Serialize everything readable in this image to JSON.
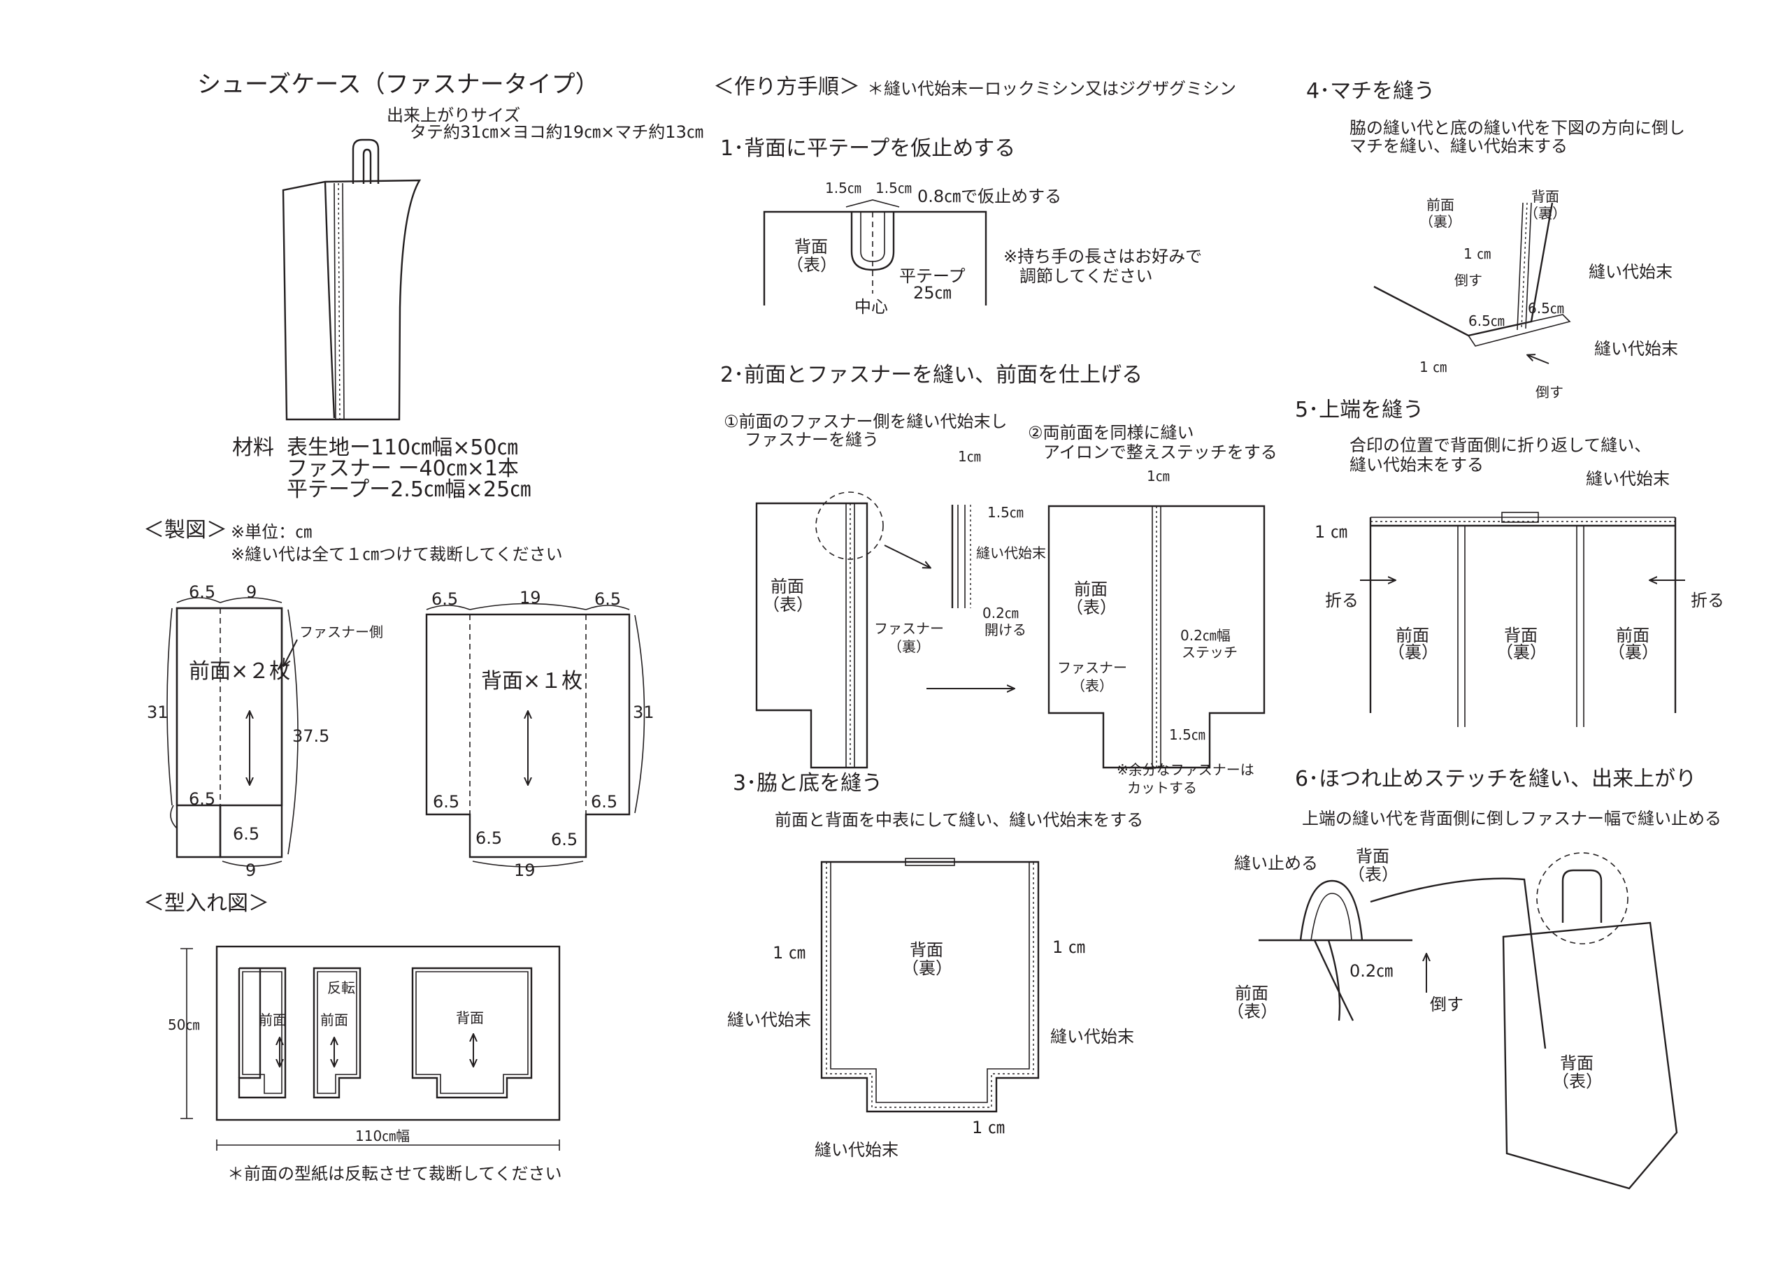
{
  "product": {
    "title": "シューズケース（ファスナータイプ）",
    "size_label": "出来上がりサイズ",
    "size_value": "タテ約31㎝×ヨコ約19㎝×マチ約13㎝"
  },
  "materials": {
    "label": "材料",
    "items": [
      "表生地ー110㎝幅×50㎝",
      "ファスナー ー40㎝×1本",
      "平テープー2.5㎝幅×25㎝"
    ]
  },
  "pattern": {
    "heading": "＜製図＞",
    "unit_note": "※単位：㎝",
    "seam_note": "※縫い代は全て１㎝つけて裁断してください",
    "front": {
      "label": "前面×２枚",
      "zipper_side": "ファスナー側",
      "top_left": "6.5",
      "top_right": "9",
      "height": "31",
      "diag": "37.5",
      "notch_h": "6.5",
      "notch_w": "6.5",
      "bottom": "9"
    },
    "back": {
      "label": "背面×１枚",
      "top_left": "6.5",
      "top_mid": "19",
      "top_right": "6.5",
      "height": "31",
      "notch_h_l": "6.5",
      "notch_w_l": "6.5",
      "notch_h_r": "6.5",
      "notch_w_r": "6.5",
      "bottom": "19"
    }
  },
  "layout": {
    "heading": "＜型入れ図＞",
    "height_label": "50㎝",
    "width_label": "110㎝幅",
    "piece_front_a": "前面",
    "piece_front_b": "前面",
    "flip": "反転",
    "piece_back": "背面",
    "note": "＊前面の型紙は反転させて裁断してください"
  },
  "steps_header": {
    "title": "＜作り方手順＞",
    "note": "＊縫い代始末ーロックミシン又はジグザグミシン"
  },
  "step1": {
    "title": "1･背面に平テープを仮止めする",
    "d1": "1.5㎝",
    "d2": "1.5㎝",
    "tack": "0.8㎝で仮止めする",
    "panel": "背面",
    "panel_side": "（表）",
    "tape": "平テープ",
    "tape_len": "25㎝",
    "center": "中心",
    "note1": "※持ち手の長さはお好みで",
    "note2": "調節してください"
  },
  "step2": {
    "title": "2･前面とファスナーを縫い、前面を仕上げる",
    "sub1a": "①前面のファスナー側を縫い代始末し",
    "sub1b": "ファスナーを縫う",
    "sub2a": "②両前面を同様に縫い",
    "sub2b": "アイロンで整えステッチをする",
    "panel": "前面",
    "panel_side": "（表）",
    "d_1cm": "1㎝",
    "d_15": "1.5㎝",
    "seam_finish": "縫い代始末",
    "zipper": "ファスナー",
    "zipper_side": "（裏）",
    "gap": "0.2㎝",
    "gap2": "開ける",
    "d_1cm_b": "1㎝",
    "panel_b": "前面",
    "panel_b_side": "（表）",
    "stitch_a": "0.2㎝幅",
    "stitch_b": "ステッチ",
    "zipper_b": "ファスナー",
    "zipper_b_side": "（表）",
    "d_15_b": "1.5㎝",
    "cut_a": "※余分なファスナーは",
    "cut_b": "カットする"
  },
  "step3": {
    "title": "3･脇と底を縫う",
    "desc": "前面と背面を中表にして縫い、縫い代始末をする",
    "panel": "背面",
    "panel_side": "（裏）",
    "l_1cm": "1 ㎝",
    "r_1cm": "1 ㎝",
    "l_finish": "縫い代始末",
    "r_finish": "縫い代始末",
    "b_1cm": "1 ㎝",
    "b_finish": "縫い代始末"
  },
  "step4": {
    "title": "4･マチを縫う",
    "desc1": "脇の縫い代と底の縫い代を下図の方向に倒し",
    "desc2": "マチを縫い、縫い代始末する",
    "front": "前面",
    "front_side": "（裏）",
    "back": "背面",
    "back_side": "（裏）",
    "d1": "1 ㎝",
    "fold": "倒す",
    "finish1": "縫い代始末",
    "g1": "6.5㎝",
    "g2": "6.5㎝",
    "finish2": "縫い代始末",
    "d2": "1 ㎝",
    "fold2": "倒す"
  },
  "step5": {
    "title": "5･上端を縫う",
    "desc1": "合印の位置で背面側に折り返して縫い、",
    "desc2": "縫い代始末をする",
    "finish": "縫い代始末",
    "d1": "1 ㎝",
    "fold_l": "折る",
    "fold_r": "折る",
    "front_l": "前面",
    "front_l_side": "（裏）",
    "back": "背面",
    "back_side": "（裏）",
    "front_r": "前面",
    "front_r_side": "（裏）"
  },
  "step6": {
    "title": "6･ほつれ止めステッチを縫い、出来上がり",
    "desc": "上端の縫い代を背面側に倒しファスナー幅で縫い止める",
    "sew_stop": "縫い止める",
    "back": "背面",
    "back_side": "（表）",
    "gap": "0.2㎝",
    "front": "前面",
    "front_side": "（表）",
    "fold": "倒す",
    "back_b": "背面",
    "back_b_side": "（表）"
  },
  "icons": [
    "arrow",
    "grain-arrow",
    "pin-mark",
    "zoom-circle"
  ]
}
